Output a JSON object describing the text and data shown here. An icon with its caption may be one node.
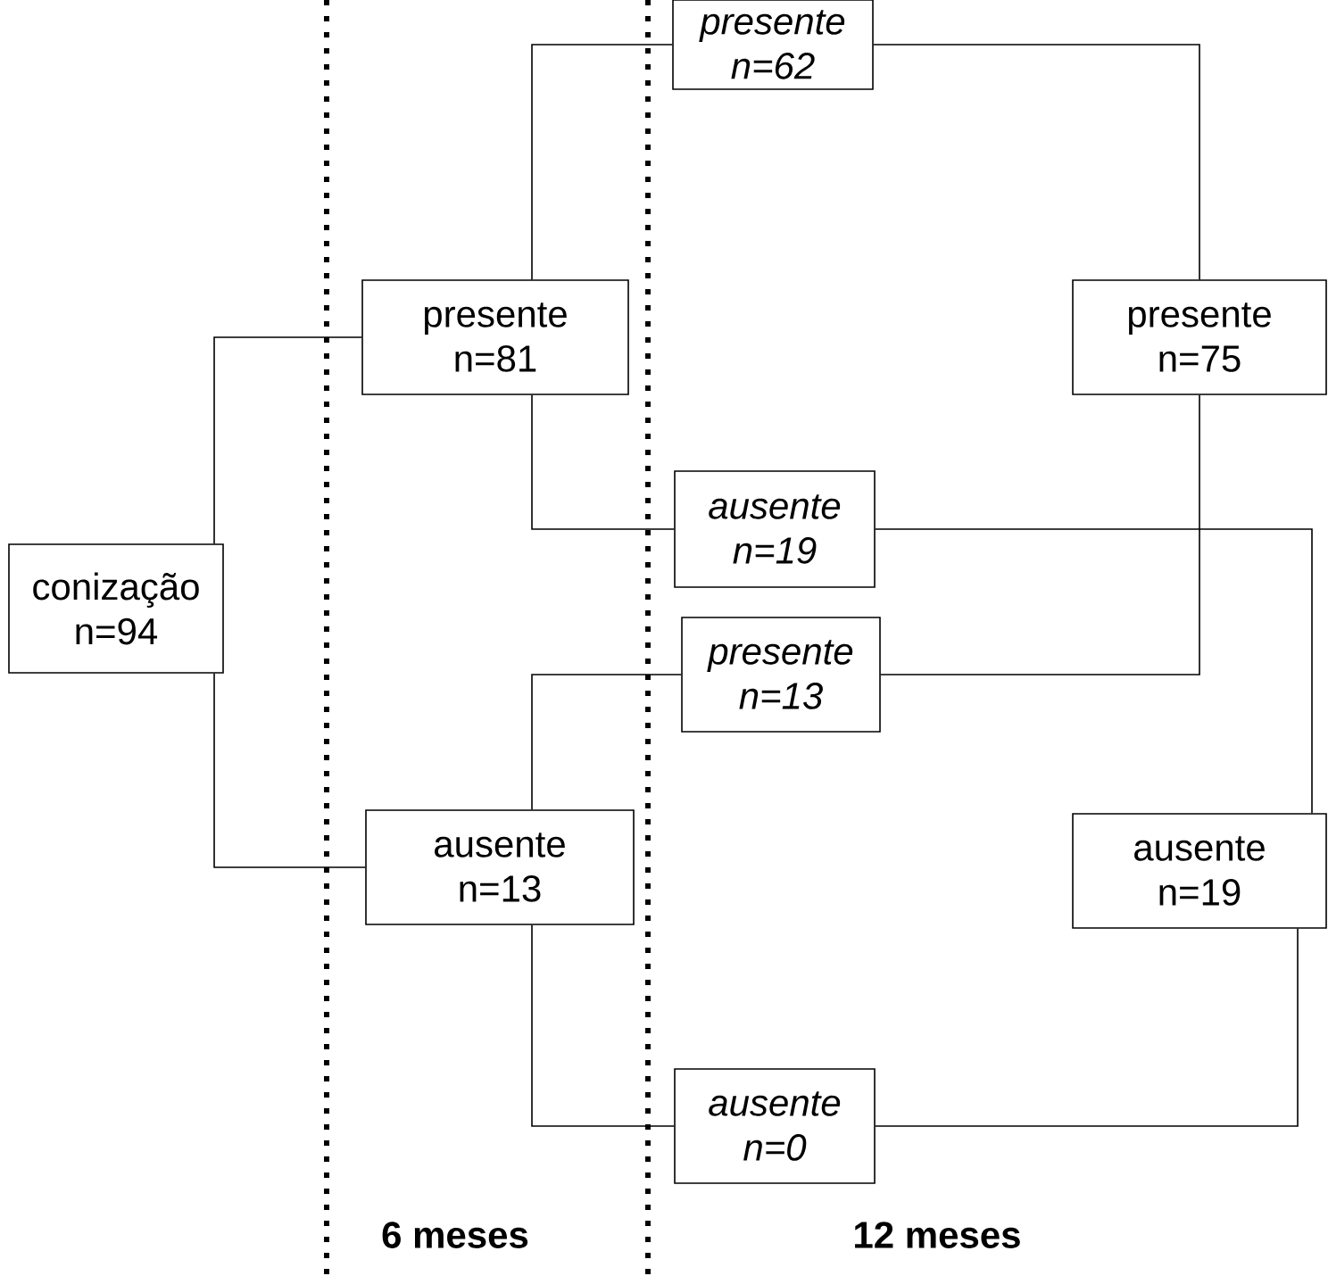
{
  "diagram": {
    "nodes": [
      {
        "text": [
          "conização n=94"
        ]
      },
      {
        "text": [
          "presente n=81"
        ]
      },
      {
        "text": [
          "ausente n=13"
        ]
      },
      {
        "text": [
          "presente n=62"
        ]
      },
      {
        "text": [
          "ausente n=19"
        ]
      },
      {
        "text": [
          "presente n=13"
        ]
      },
      {
        "text": [
          "ausente n=0"
        ]
      },
      {
        "text": [
          "presente n=75"
        ]
      },
      {
        "text": [
          "ausente n=19"
        ]
      }
    ],
    "edges": [
      {
        "from": 0,
        "to": 1,
        "arrow": "none"
      },
      {
        "from": 0,
        "to": 2,
        "arrow": "none"
      },
      {
        "from": 1,
        "to": 3,
        "arrow": "none"
      },
      {
        "from": 1,
        "to": 4,
        "arrow": "none"
      },
      {
        "from": 2,
        "to": 5,
        "arrow": "none"
      },
      {
        "from": 2,
        "to": 6,
        "arrow": "none"
      },
      {
        "from": 3,
        "to": 7,
        "arrow": "none"
      },
      {
        "from": 5,
        "to": 7,
        "arrow": "none"
      },
      {
        "from": 4,
        "to": 8,
        "arrow": "none"
      },
      {
        "from": 6,
        "to": 8,
        "arrow": "none"
      }
    ],
    "labels": [
      "6 meses",
      "12 meses"
    ]
  }
}
